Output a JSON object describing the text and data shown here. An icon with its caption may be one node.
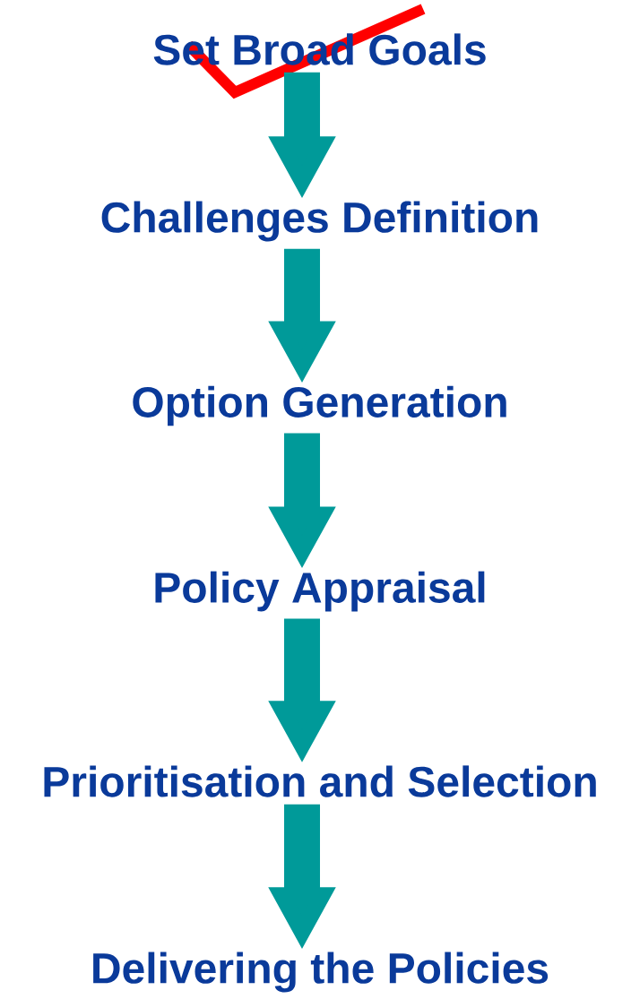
{
  "diagram": {
    "nodes": [
      {
        "text": [
          "Set Broad Goals"
        ]
      },
      {
        "text": [
          "Challenges Definition"
        ]
      },
      {
        "text": [
          "Option Generation"
        ]
      },
      {
        "text": [
          "Policy Appraisal"
        ]
      },
      {
        "text": [
          "Prioritisation and Selection"
        ]
      },
      {
        "text": [
          "Delivering the Policies"
        ]
      }
    ],
    "edges": [
      {
        "from": 0,
        "to": 1,
        "arrow": "to"
      },
      {
        "from": 1,
        "to": 2,
        "arrow": "to"
      },
      {
        "from": 2,
        "to": 3,
        "arrow": "to"
      },
      {
        "from": 3,
        "to": 4,
        "arrow": "to"
      },
      {
        "from": 4,
        "to": 5,
        "arrow": "to"
      }
    ]
  }
}
